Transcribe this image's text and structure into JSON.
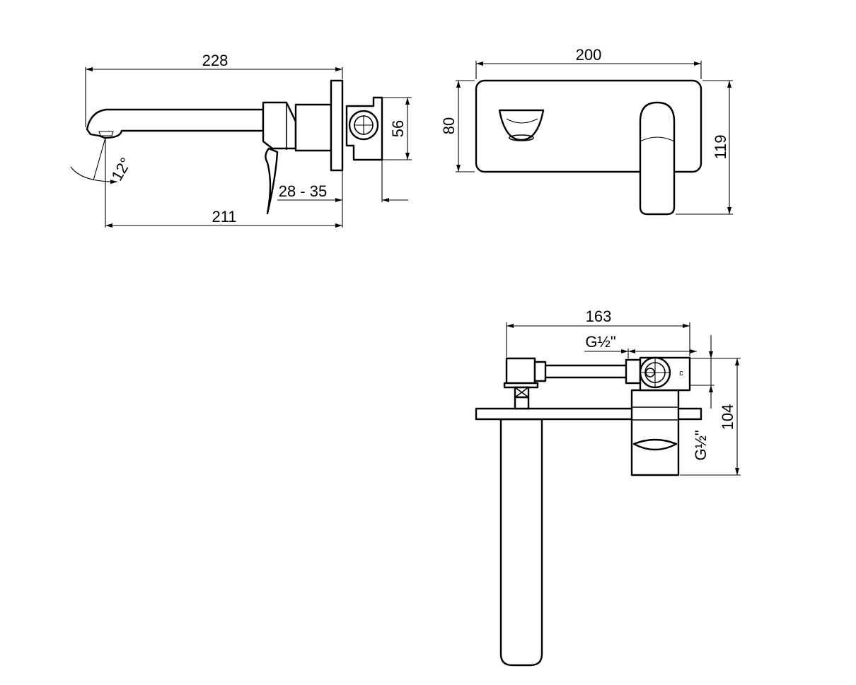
{
  "views": {
    "side": {
      "total_length": "228",
      "spout_reach": "211",
      "wall_range": "28 - 35",
      "body_height": "56",
      "spout_angle": "12°"
    },
    "front": {
      "plate_width": "200",
      "plate_height": "80",
      "total_height": "119"
    },
    "top": {
      "body_depth": "163",
      "thread_top": "G½\"",
      "thread_side": "G½\"",
      "cold_mark": "c",
      "height": "104"
    }
  }
}
